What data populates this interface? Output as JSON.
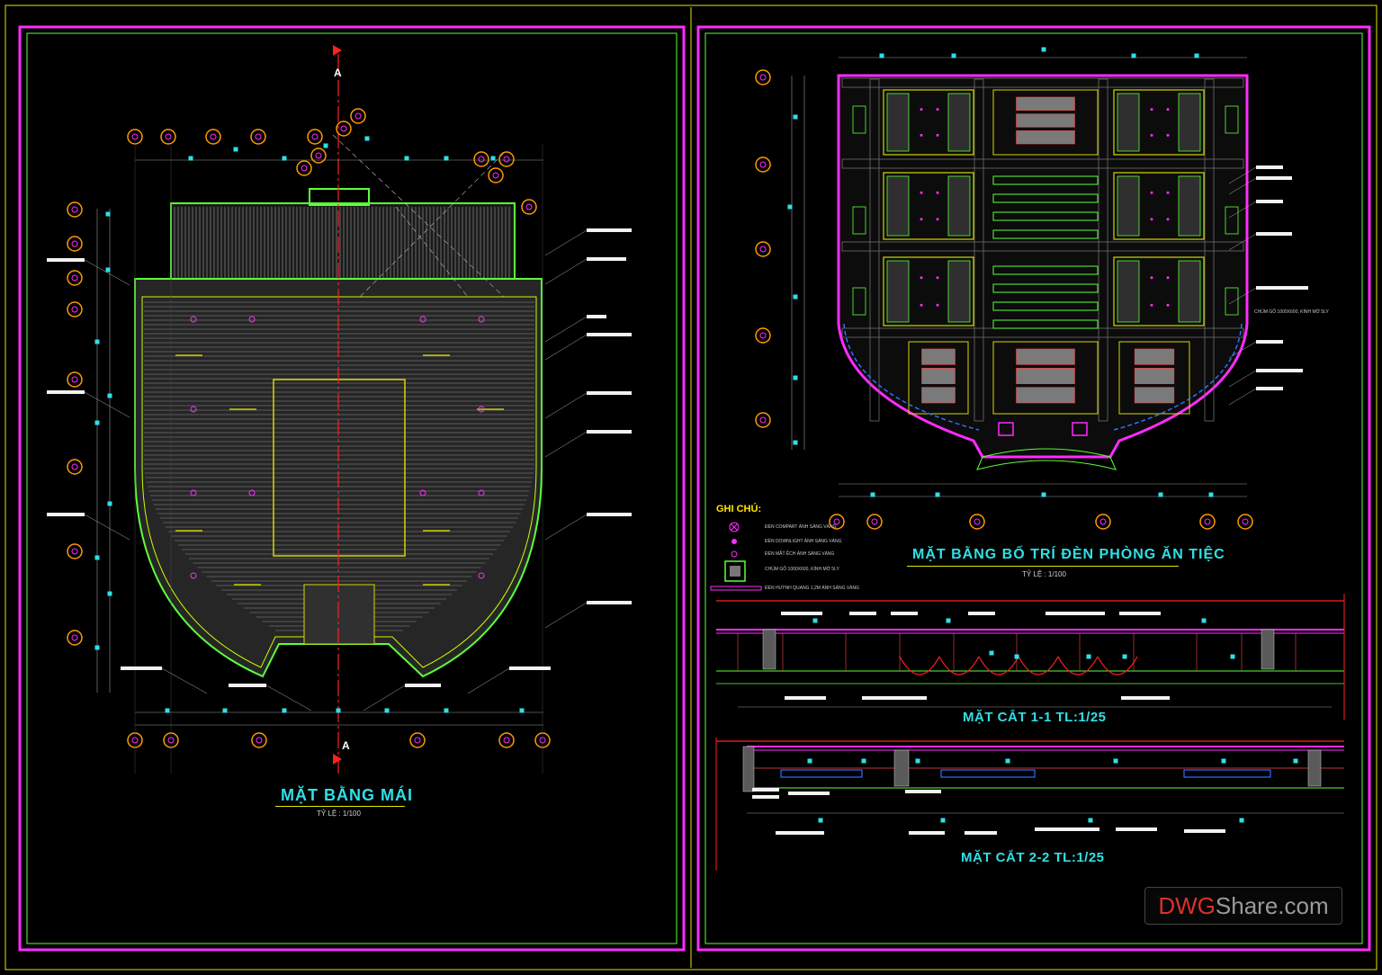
{
  "left_sheet": {
    "title": "MẶT BẰNG MÁI",
    "scale": "TỶ LỆ : 1/100",
    "section_marker": "A"
  },
  "right_sheet": {
    "title": "MẶT BẰNG BỐ TRÍ ĐÈN PHÒNG ĂN TIỆC",
    "scale": "TỶ LỆ : 1/100",
    "notes_heading": "GHI CHÚ:",
    "notes": [
      "ĐÈN COMPART ÁNH SÁNG VÀNG",
      "ĐÈN DOWNLIGHT ÁNH SÁNG VÀNG",
      "ĐÈN MẮT ẾCH ÁNH SÁNG VÀNG",
      "CHÙM GỖ 1000X600, KÍNH MỜ 5LY",
      "ĐÈN HUỲNH QUANG 1,2M ÁNH SÁNG VÀNG"
    ],
    "side_note": "CHÙM GỖ 1000X600, KÍNH MỜ 5LY",
    "section_1": "MẶT CẮT 1-1 TL:1/25",
    "section_2": "MẶT CẮT 2-2 TL:1/25"
  },
  "watermark": {
    "part_a": "DWG",
    "part_b": "Share.com"
  },
  "colors": {
    "frame_magenta": "#ff2bff",
    "frame_green": "#5cff3a",
    "frame_yellow": "#e6e600",
    "cyan": "#2fe0e6",
    "axis_red": "#ff2020",
    "axis_orange": "#ff9a00"
  }
}
